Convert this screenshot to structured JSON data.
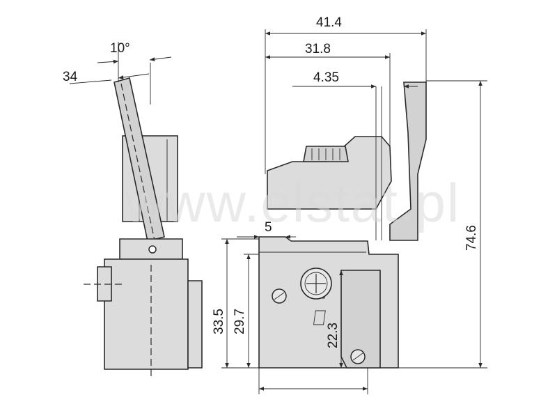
{
  "dimensions": {
    "angle_top": "10°",
    "angle_side": "34",
    "width_total": "41.4",
    "width_body": "31.8",
    "offset_trigger": "4.35",
    "height_total": "74.6",
    "height_body": "33.5",
    "height_inner": "29.7",
    "terminal_height": "22.3",
    "step_width": "5"
  },
  "watermark": "www.elstat.pl"
}
